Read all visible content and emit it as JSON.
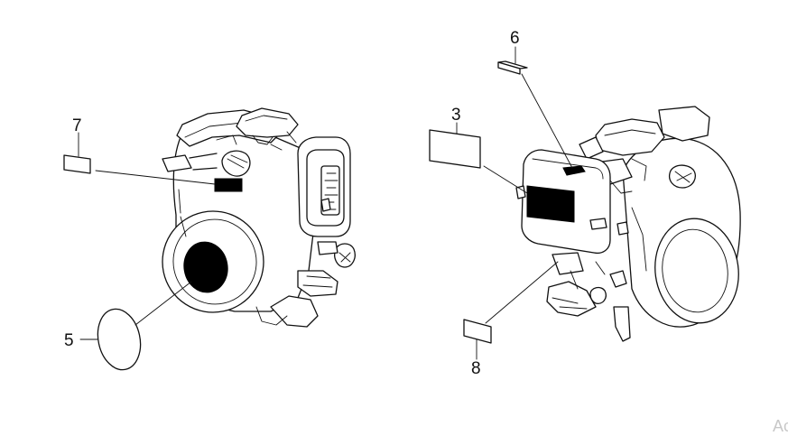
{
  "callouts": {
    "c3": "3",
    "c5": "5",
    "c6": "6",
    "c7": "7",
    "c8": "8"
  },
  "watermark": "Ac"
}
